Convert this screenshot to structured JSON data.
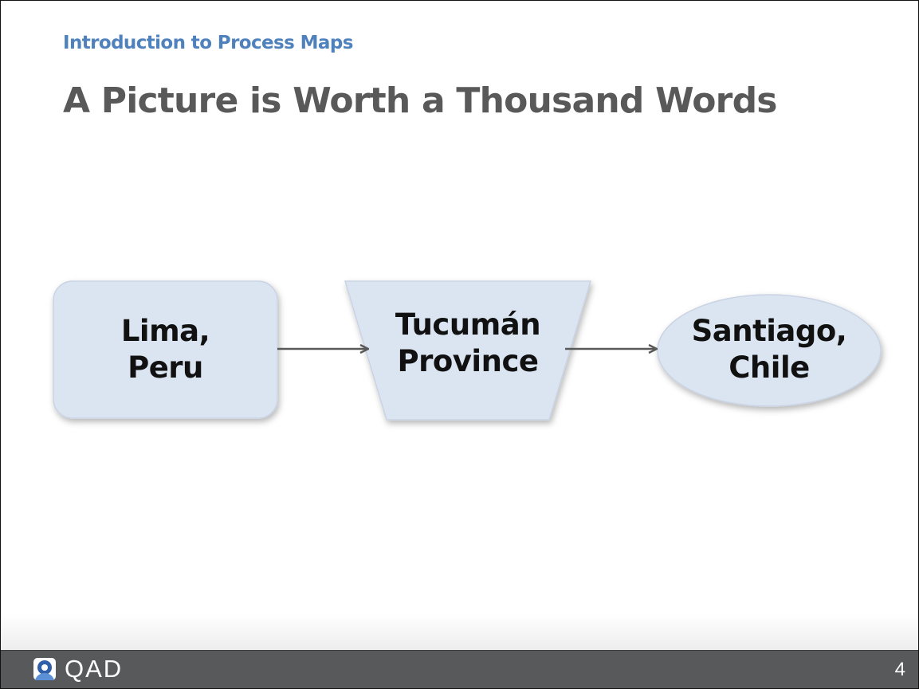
{
  "header": {
    "section_title": "Introduction to Process Maps",
    "slide_title": "A Picture is Worth a Thousand Words"
  },
  "diagram": {
    "colors": {
      "shape_fill": "#dbe5f1",
      "shape_stroke": "#c9d3e3",
      "arrow": "#595959"
    },
    "nodes": [
      {
        "shape": "rounded-rectangle",
        "line1": "Lima,",
        "line2": "Peru"
      },
      {
        "shape": "trapezoid",
        "line1": "Tucumán",
        "line2": "Province"
      },
      {
        "shape": "ellipse",
        "line1": "Santiago,",
        "line2": "Chile"
      }
    ],
    "edges": [
      {
        "from": "Lima, Peru",
        "to": "Tucumán Province"
      },
      {
        "from": "Tucumán Province",
        "to": "Santiago, Chile"
      }
    ]
  },
  "footer": {
    "logo_text": "QAD",
    "page_number": "4",
    "logo_icon": "qad-logo-icon"
  }
}
